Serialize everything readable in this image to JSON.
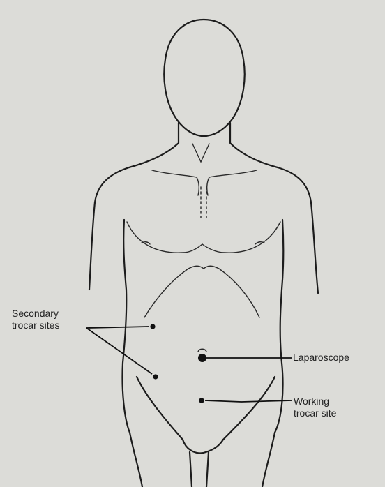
{
  "labels": {
    "secondary_line1": "Secondary",
    "secondary_line2": "trocar sites",
    "laparoscope": "Laparoscope",
    "working_line1": "Working",
    "working_line2": "trocar site"
  },
  "colors": {
    "background": "#dcdcd8",
    "ink": "#1c1c1c"
  }
}
